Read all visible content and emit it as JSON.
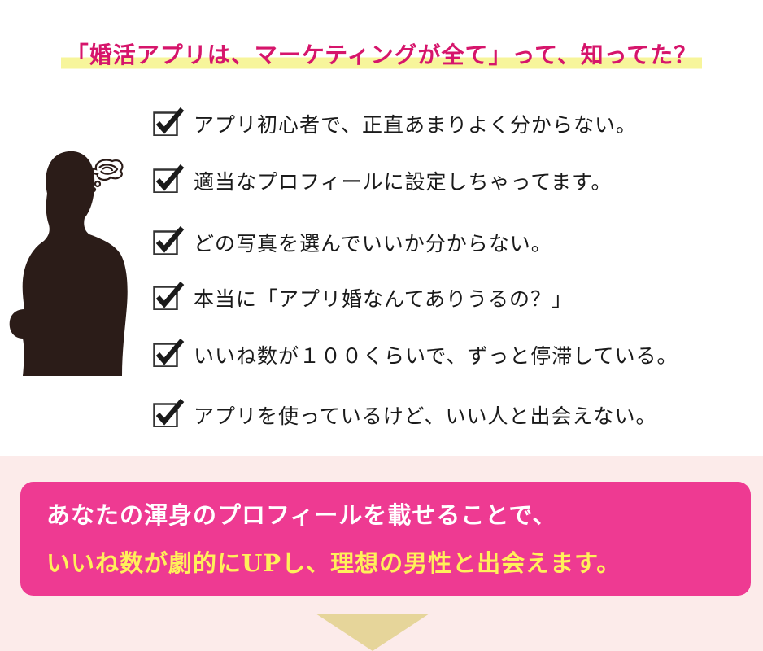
{
  "headline": "「婚活アプリは、マーケティングが全て」って、知ってた？",
  "checklist": [
    "アプリ初心者で、正直あまりよく分からない。",
    "適当なプロフィールに設定しちゃってます。",
    "どの写真を選んでいいか分からない。",
    "本当に「アプリ婚なんてありうるの？」",
    "いいね数が１００くらいで、ずっと停滞している。",
    "アプリを使っているけど、いい人と出会えない。"
  ],
  "callout": {
    "line1": "あなたの渾身のプロフィールを載せることで、",
    "line2": "いいね数が劇的にUPし、理想の男性と出会えます。"
  },
  "icons": {
    "checkbox": "checkbox-checked-icon",
    "silhouette": "woman-silhouette-icon",
    "thought": "scribble-thought-icon",
    "arrow": "down-arrow-icon"
  },
  "colors": {
    "headline": "#d6156b",
    "highlight": "#f7f59b",
    "callout_bg": "#ee3a92",
    "callout_accent": "#fff05a",
    "lower_bg": "#fcebea",
    "arrow": "#e6d59a"
  }
}
